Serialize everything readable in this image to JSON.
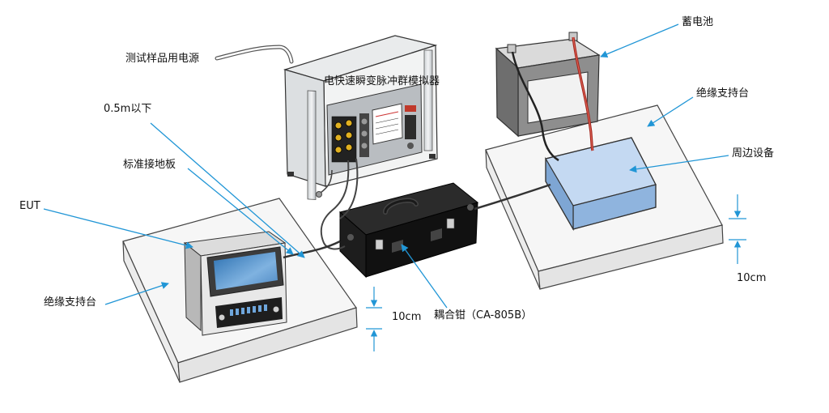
{
  "labels": {
    "test_power": "测试样品用电源",
    "simulator": "电快速瞬变脉冲群模拟器",
    "battery": "蓄电池",
    "cable_length": "0.5m以下",
    "support_right": "绝缘支持台",
    "ground_plane": "标准接地板",
    "peripheral": "周边设备",
    "eut": "EUT",
    "height_right": "10cm",
    "support_left": "绝缘支持台",
    "height_left": "10cm",
    "clamp": "耦合钳（CA-805B）"
  },
  "colors": {
    "leader": "#2196d6",
    "peripheral_fill": "#a9c8ec",
    "clamp_body": "#141414",
    "table_stroke": "#444444"
  }
}
